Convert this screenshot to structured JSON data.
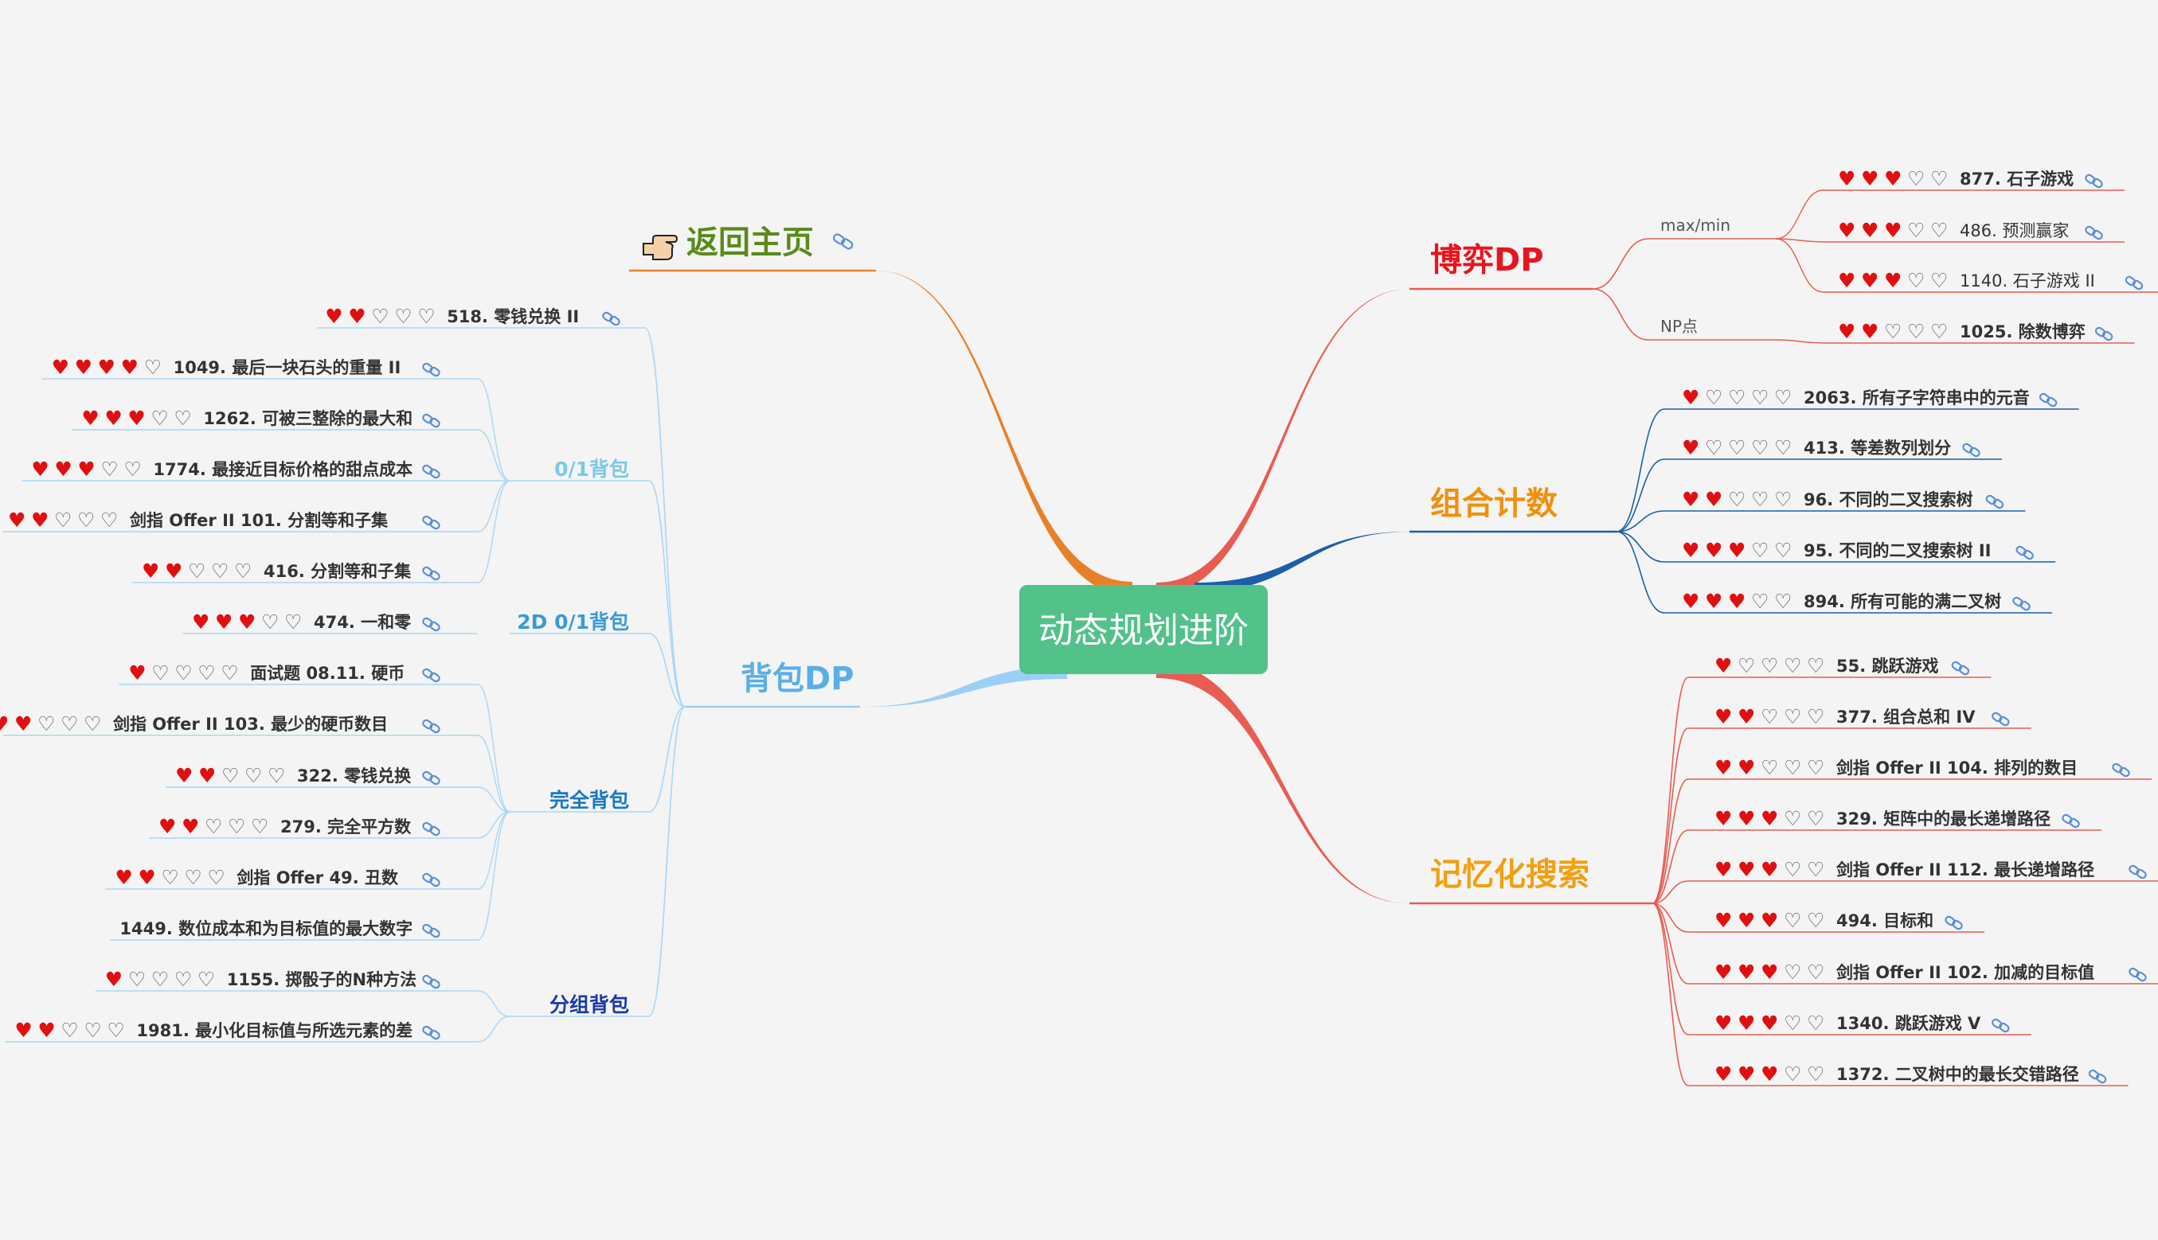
{
  "center": {
    "label": "动态规划进阶",
    "color": "#52c18a"
  },
  "home": {
    "label": "返回主页",
    "icon": "pointing-hand-icon",
    "color": "#5a8a1a",
    "edge": "#e8802a"
  },
  "colors": {
    "heart": "#e01010",
    "heart_empty": "#555555",
    "link": "#5a8fd8"
  },
  "right_branches": [
    {
      "key": "game",
      "label": "博弈DP",
      "color": "#e8141e",
      "edge": "#e85c52",
      "groups": [
        {
          "label": "max/min",
          "items": [
            {
              "rating": 3,
              "title": "877. 石子游戏",
              "bold": true
            },
            {
              "rating": 3,
              "title": "486. 预测赢家",
              "bold": false
            },
            {
              "rating": 3,
              "title": "1140. 石子游戏 II",
              "bold": false
            }
          ]
        },
        {
          "label": "NP点",
          "items": [
            {
              "rating": 2,
              "title": "1025. 除数博弈",
              "bold": true
            }
          ]
        }
      ]
    },
    {
      "key": "count",
      "label": "组合计数",
      "color": "#f0900a",
      "edge": "#1a5fa8",
      "groups": [
        {
          "label": "",
          "items": [
            {
              "rating": 1,
              "title": "2063. 所有子字符串中的元音",
              "bold": true
            },
            {
              "rating": 1,
              "title": "413. 等差数列划分",
              "bold": true
            },
            {
              "rating": 2,
              "title": "96. 不同的二叉搜索树",
              "bold": true
            },
            {
              "rating": 3,
              "title": "95. 不同的二叉搜索树 II",
              "bold": true
            },
            {
              "rating": 3,
              "title": "894. 所有可能的满二叉树",
              "bold": true
            }
          ]
        }
      ]
    },
    {
      "key": "memo",
      "label": "记忆化搜索",
      "color": "#f0a010",
      "edge": "#e85c52",
      "groups": [
        {
          "label": "",
          "items": [
            {
              "rating": 1,
              "title": "55. 跳跃游戏",
              "bold": true
            },
            {
              "rating": 2,
              "title": "377. 组合总和 IV",
              "bold": true
            },
            {
              "rating": 2,
              "title": "剑指 Offer II 104. 排列的数目",
              "bold": true
            },
            {
              "rating": 3,
              "title": "329. 矩阵中的最长递增路径",
              "bold": true
            },
            {
              "rating": 3,
              "title": "剑指 Offer II 112. 最长递增路径",
              "bold": true
            },
            {
              "rating": 3,
              "title": "494. 目标和",
              "bold": true
            },
            {
              "rating": 3,
              "title": "剑指 Offer II 102. 加减的目标值",
              "bold": true
            },
            {
              "rating": 3,
              "title": "1340. 跳跃游戏 V",
              "bold": true
            },
            {
              "rating": 3,
              "title": "1372. 二叉树中的最长交错路径",
              "bold": true
            }
          ]
        }
      ]
    }
  ],
  "left_branch": {
    "label": "背包DP",
    "color": "#5aaee8",
    "edge": "#9ccff5",
    "top_item": {
      "rating": 2,
      "title": "518. 零钱兑换 II"
    },
    "groups": [
      {
        "label": "0/1背包",
        "color": "#7cc8e8",
        "items": [
          {
            "rating": 4,
            "title": "1049. 最后一块石头的重量 II"
          },
          {
            "rating": 3,
            "title": "1262. 可被三整除的最大和"
          },
          {
            "rating": 3,
            "title": "1774. 最接近目标价格的甜点成本"
          },
          {
            "rating": 2,
            "title": "剑指 Offer II 101. 分割等和子集"
          },
          {
            "rating": 2,
            "title": "416. 分割等和子集"
          }
        ]
      },
      {
        "label": "2D 0/1背包",
        "color": "#3a9ad8",
        "items": [
          {
            "rating": 3,
            "title": "474. 一和零"
          }
        ]
      },
      {
        "label": "完全背包",
        "color": "#1a78c8",
        "items": [
          {
            "rating": 1,
            "title": "面试题 08.11. 硬币"
          },
          {
            "rating": 2,
            "title": "剑指 Offer II 103. 最少的硬币数目"
          },
          {
            "rating": 2,
            "title": "322. 零钱兑换"
          },
          {
            "rating": 2,
            "title": "279. 完全平方数"
          },
          {
            "rating": 2,
            "title": "剑指 Offer 49. 丑数"
          },
          {
            "rating": null,
            "title": "1449. 数位成本和为目标值的最大数字"
          }
        ]
      },
      {
        "label": "分组背包",
        "color": "#1a3aa8",
        "items": [
          {
            "rating": 1,
            "title": "1155. 掷骰子的N种方法"
          },
          {
            "rating": 2,
            "title": "1981. 最小化目标值与所选元素的差"
          }
        ]
      }
    ]
  }
}
